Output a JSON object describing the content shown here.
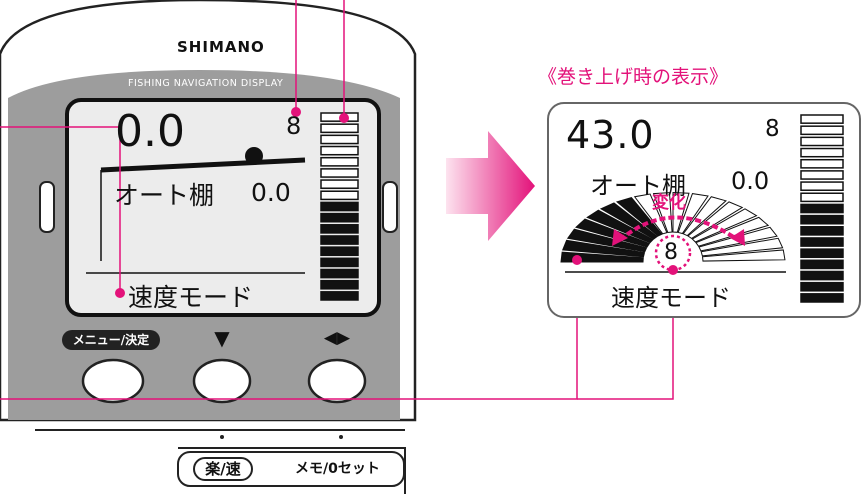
{
  "device": {
    "brand": "SHIMANO",
    "subtitle": "FISHING NAVIGATION DISPLAY",
    "buttons": [
      {
        "label": "メニュー/決定"
      },
      {
        "label": "▼"
      },
      {
        "label": "◀▶"
      }
    ],
    "lower_labels": [
      {
        "label": "楽/速"
      },
      {
        "label": "メモ/0セット"
      }
    ]
  },
  "screen_left": {
    "depth": "0.0",
    "small_value": "8",
    "auto_label": "オート棚",
    "auto_value": "0.0",
    "mode": "速度モード",
    "bar_level_filled": 9,
    "bar_level_total": 17
  },
  "callout": {
    "title": "《巻き上げ時の表示》",
    "change_label": "変化",
    "accent_color": "#e3127a"
  },
  "screen_right": {
    "depth": "43.0",
    "small_value": "8",
    "auto_label": "オート棚",
    "auto_value": "0.0",
    "gauge_value": "8",
    "mode": "速度モード",
    "bar_level_filled": 9,
    "bar_level_total": 17
  }
}
